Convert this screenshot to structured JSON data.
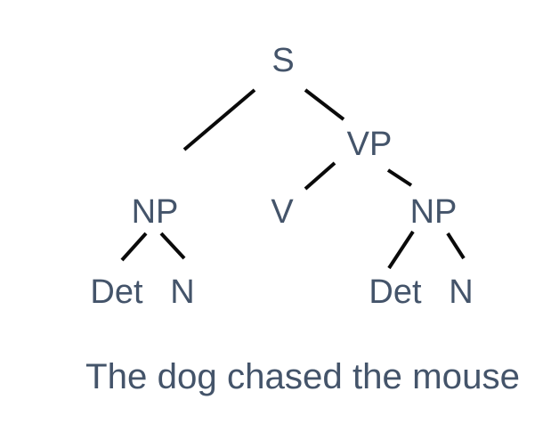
{
  "tree": {
    "nodes": {
      "s": "S",
      "vp": "VP",
      "np_subject": "NP",
      "v": "V",
      "np_object": "NP",
      "det_subject": "Det",
      "n_subject": "N",
      "det_object": "Det",
      "n_object": "N"
    },
    "sentence": "The dog chased the mouse",
    "colors": {
      "label": "#44546a",
      "edge": "#0a0a0a",
      "background": "#ffffff"
    }
  }
}
